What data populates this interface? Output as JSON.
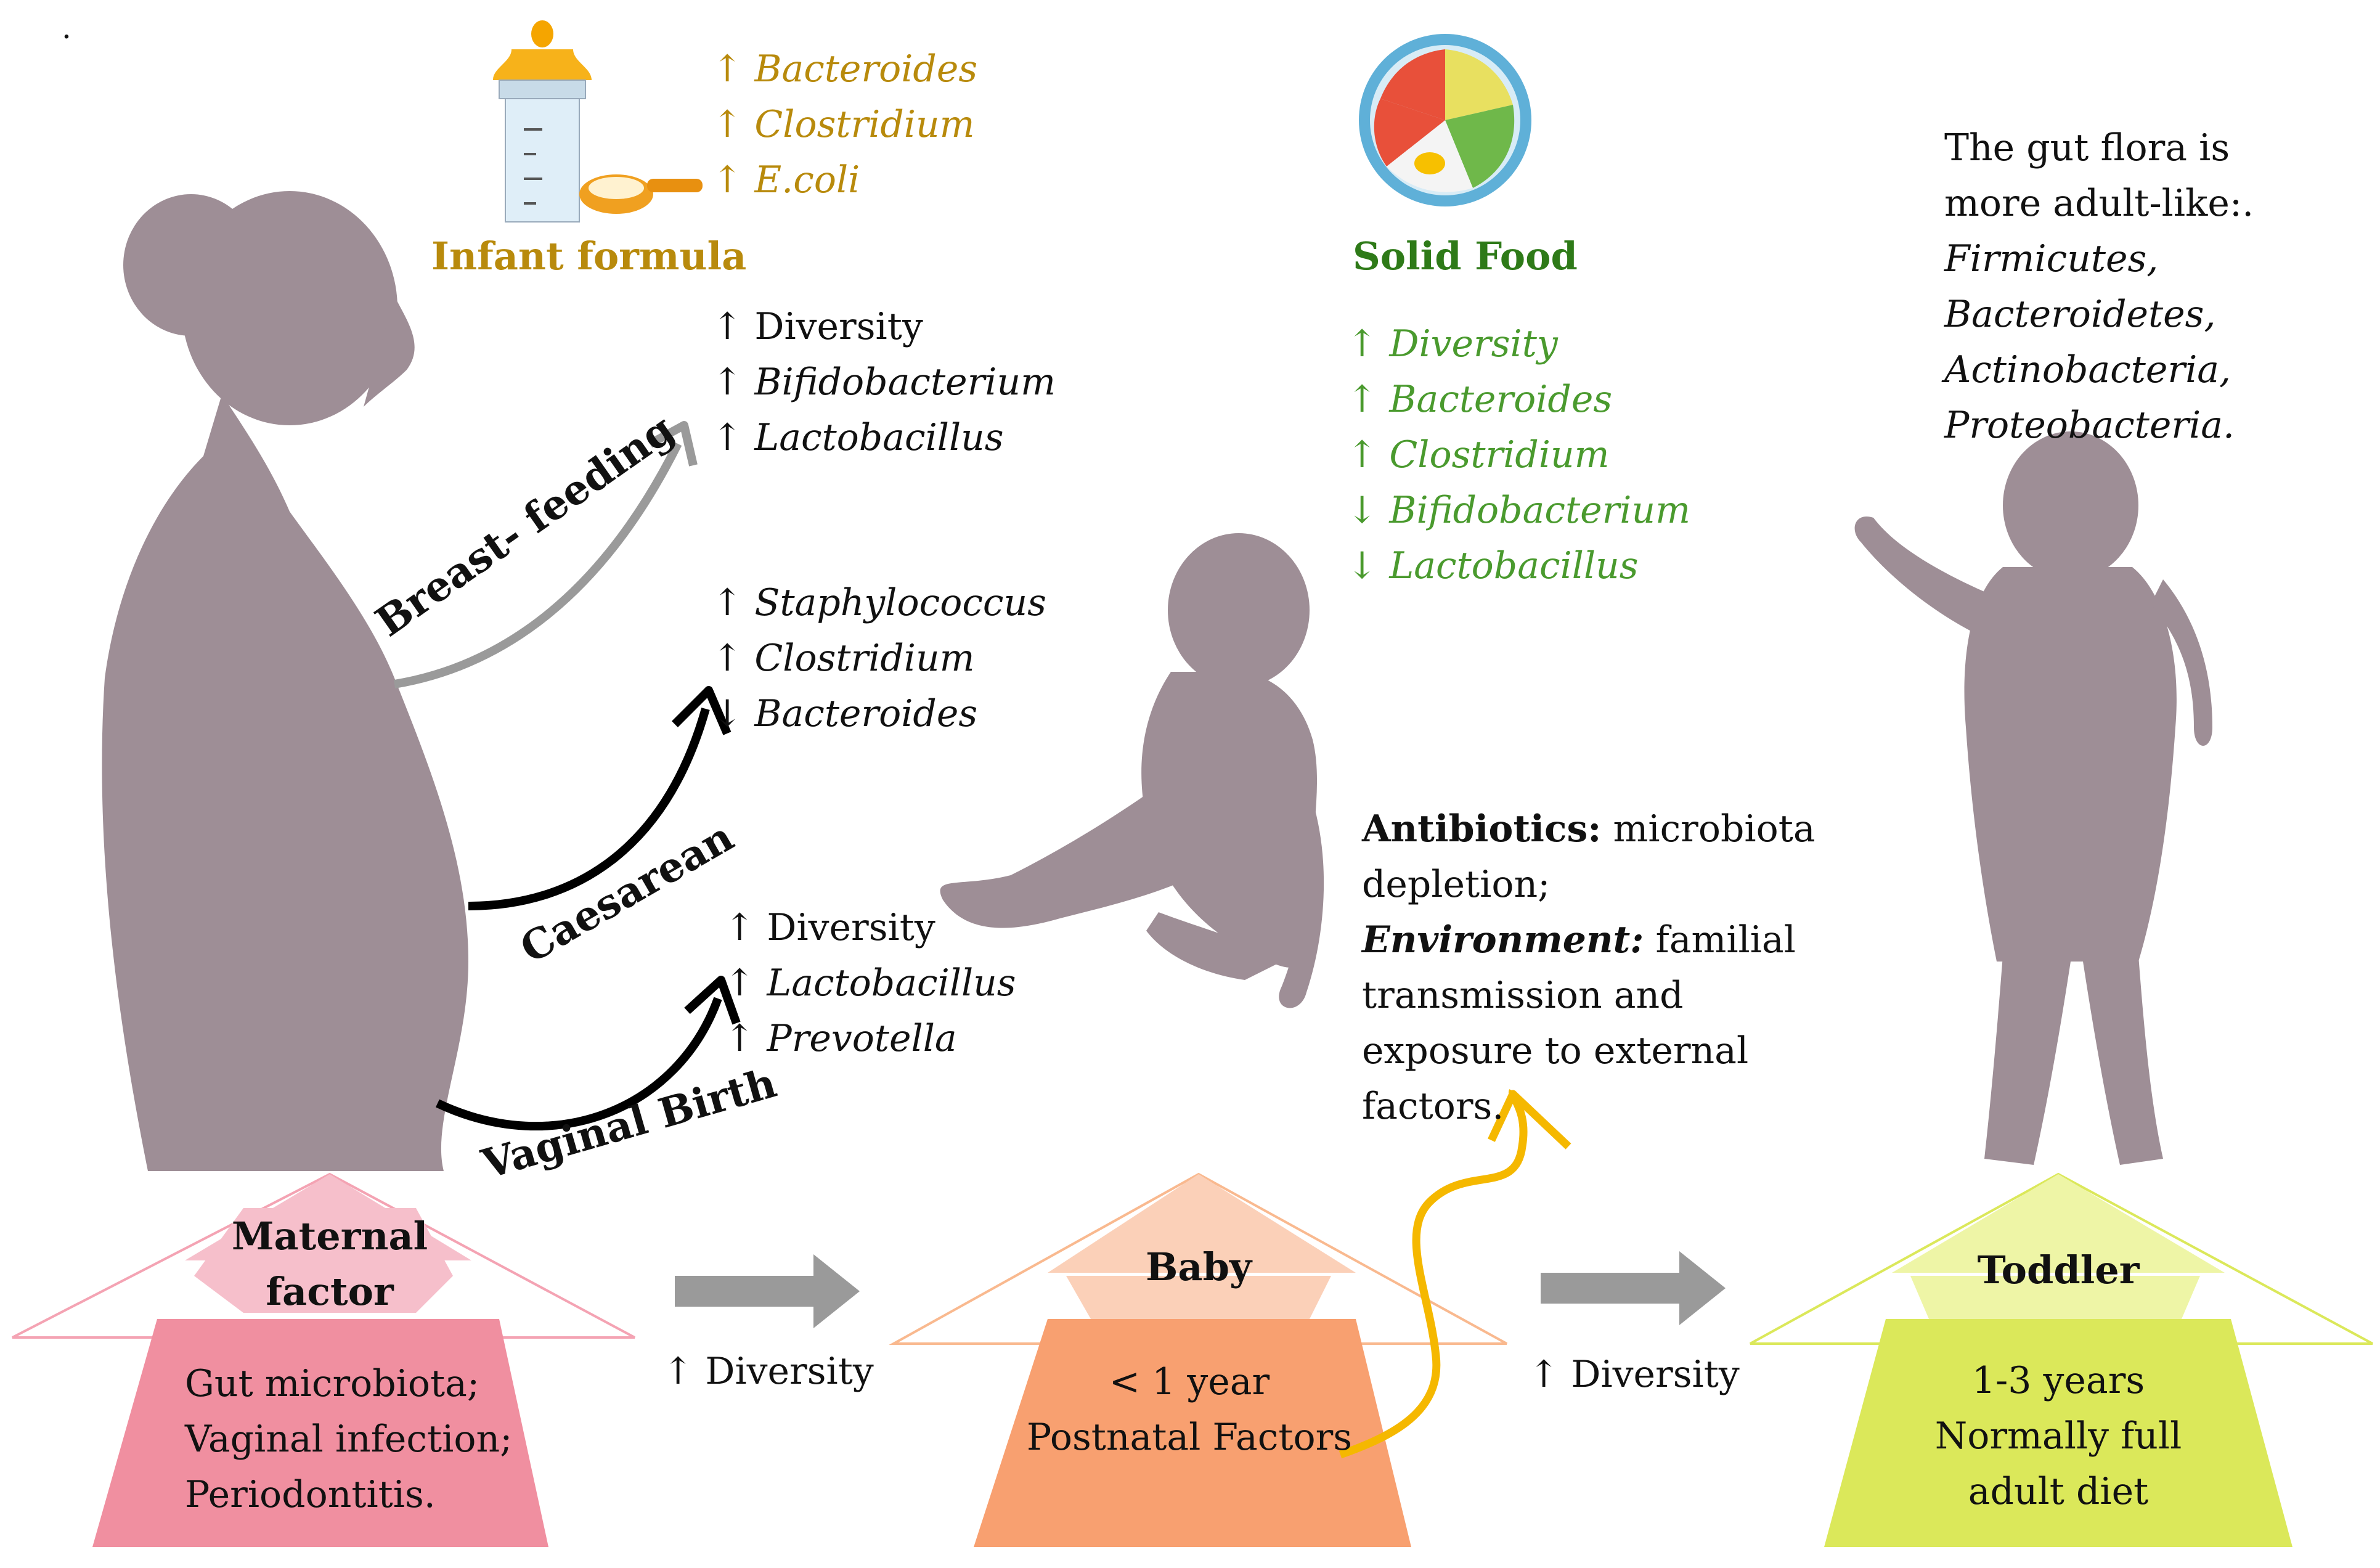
{
  "colors": {
    "silhouette": "#9e8e96",
    "maternal_light": "#f6bfcb",
    "maternal_dark": "#f08fa0",
    "baby_light": "#fbd0b8",
    "baby_dark": "#f8a070",
    "toddler_light": "#eef5a6",
    "toddler_dark": "#dbe85a",
    "gray_arrow": "#9a9a9a",
    "gold_text": "#b88a0c",
    "green_text": "#4a9a2e",
    "orange_arrow": "#f5b800"
  },
  "dot": ".",
  "infant_formula": {
    "label": "Infant formula",
    "effects": [
      "↑ Bacteroides",
      "↑ Clostridium",
      "↑ E.coli"
    ]
  },
  "breast_feeding": {
    "label": "Breast- feeding",
    "effects": [
      "↑ Diversity",
      "↑ Bifidobacterium",
      "↑ Lactobacillus"
    ]
  },
  "caesarean": {
    "label": "Caesarean",
    "effects": [
      "↑ Staphylococcus",
      "↑ Clostridium",
      "↓ Bacteroides"
    ]
  },
  "vaginal_birth": {
    "label": "Vaginal Birth",
    "effects": [
      "↑ Diversity",
      "↑ Lactobacillus",
      "↑ Prevotella"
    ]
  },
  "solid_food": {
    "label": "Solid Food",
    "effects": [
      "↑ Diversity",
      "↑ Bacteroides",
      "↑ Clostridium",
      "↓ Bifidobacterium",
      "↓ Lactobacillus"
    ]
  },
  "toddler_flora": {
    "intro_1": "The gut flora is",
    "intro_2": "more adult-like:.",
    "phyla": [
      "Firmicutes,",
      "Bacteroidetes,",
      "Actinobacteria,",
      "Proteobacteria."
    ]
  },
  "postnatal": {
    "antibiotics_label": "Antibiotics:",
    "antibiotics_text": " microbiota",
    "antibiotics_text_2": "depletion;",
    "environment_label": "Environment:",
    "environment_text": " familial",
    "environment_text_2": "transmission  and",
    "environment_text_3": "exposure to external",
    "environment_text_4": "factors."
  },
  "stages": {
    "maternal": {
      "title_1": "Maternal",
      "title_2": "factor",
      "lines": [
        "Gut microbiota;",
        "Vaginal  infection;",
        "Periodontitis."
      ]
    },
    "baby": {
      "title": "Baby",
      "lines": [
        "< 1 year",
        "Postnatal Factors"
      ]
    },
    "toddler": {
      "title": "Toddler",
      "lines": [
        "1-3 years",
        "Normally  full",
        "adult diet"
      ]
    }
  },
  "transitions": {
    "first": "↑ Diversity",
    "second": "↑ Diversity"
  }
}
